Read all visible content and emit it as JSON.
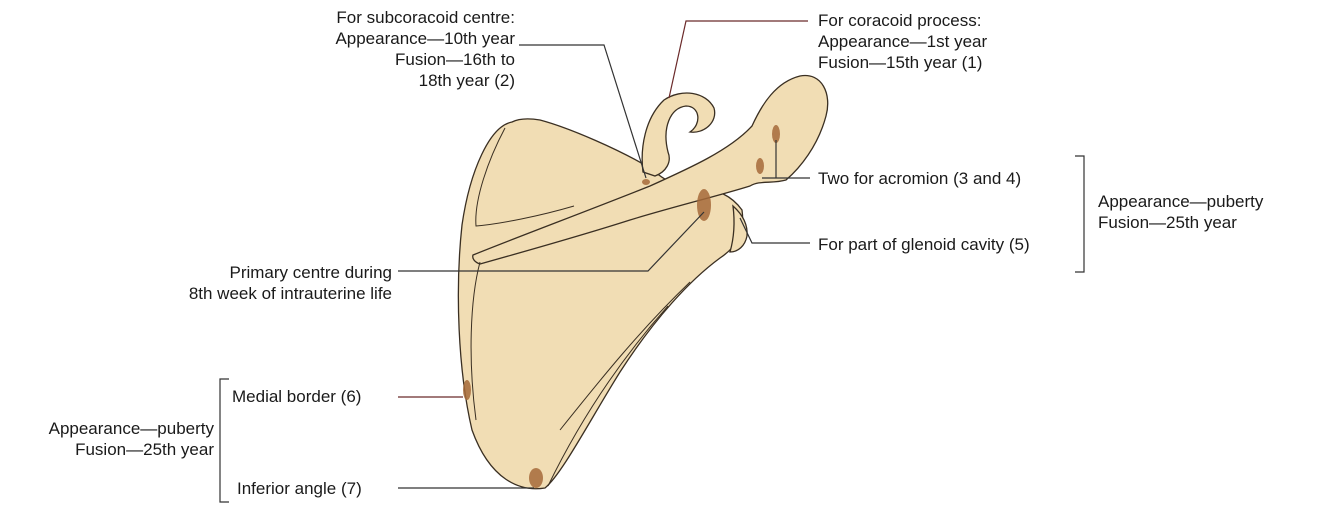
{
  "colors": {
    "bone_fill": "#f1ddb4",
    "bone_stroke": "#3a2f22",
    "ossification_spot": "#a66a3a",
    "leader_line": "#333333",
    "leader_line_maroon": "#6b2a2a",
    "leader_line_blue": "#2a3a8a"
  },
  "labels": {
    "subcoracoid": {
      "line1": "For subcoracoid centre:",
      "line2": "Appearance—10th year",
      "line3": "Fusion—16th to",
      "line4": "18th year (2)"
    },
    "coracoid": {
      "line1": "For coracoid process:",
      "line2": "Appearance—1st year",
      "line3": "Fusion—15th year (1)"
    },
    "acromion": "Two for acromion (3 and 4)",
    "glenoid": "For part of glenoid cavity (5)",
    "bracket_right": {
      "line1": "Appearance—puberty",
      "line2": "Fusion—25th year"
    },
    "primary": {
      "line1": "Primary centre during",
      "line2": "8th week of intrauterine life"
    },
    "medial_border": "Medial border (6)",
    "inferior_angle": "Inferior angle (7)",
    "bracket_left": {
      "line1": "Appearance—puberty",
      "line2": "Fusion—25th year"
    }
  }
}
